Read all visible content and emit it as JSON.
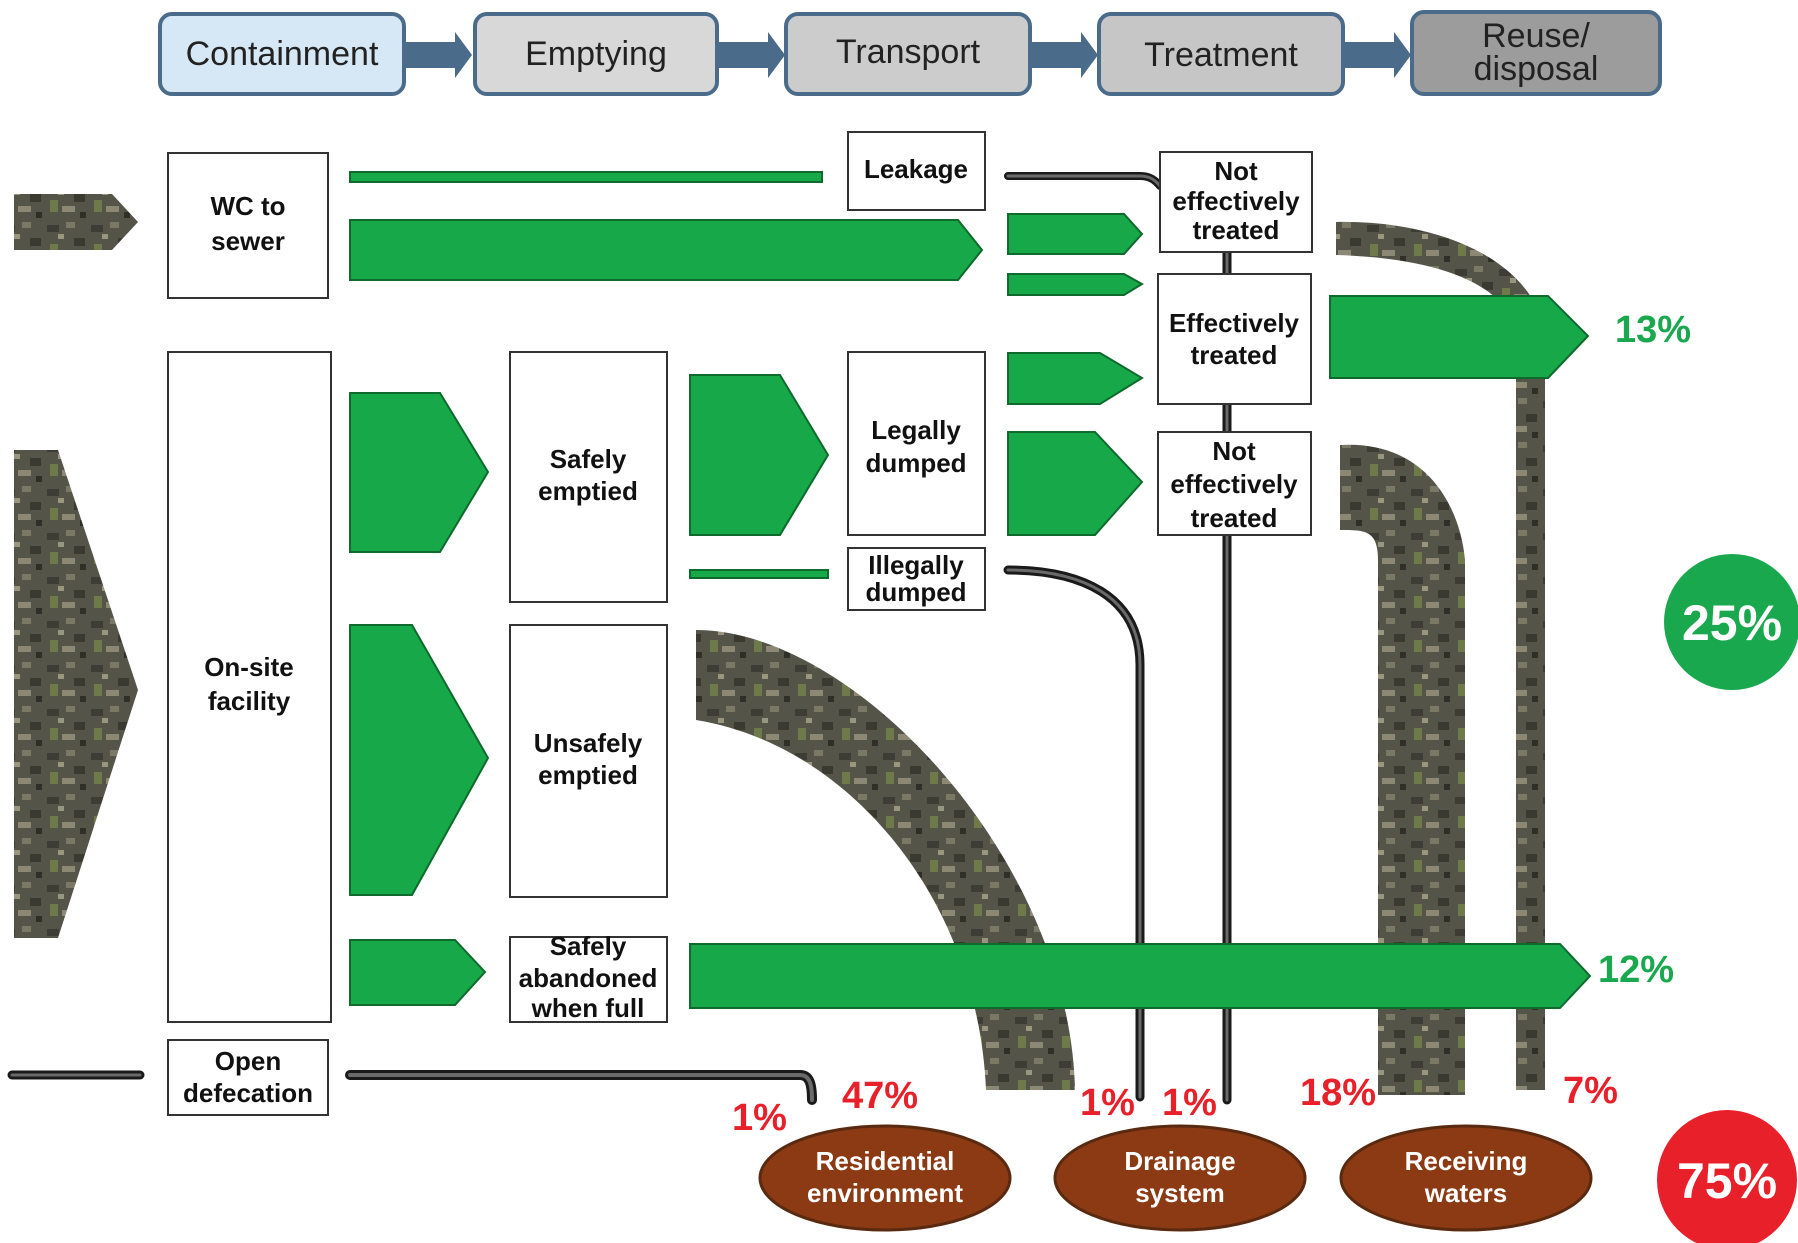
{
  "stages": [
    "Containment",
    "Emptying",
    "Transport",
    "Treatment",
    "Reuse/ disposal"
  ],
  "boxes": {
    "wc_to_sewer": [
      "WC to",
      "sewer"
    ],
    "onsite_facility": [
      "On-site",
      "facility"
    ],
    "open_defecation": [
      "Open",
      "defecation"
    ],
    "safely_emptied": [
      "Safely",
      "emptied"
    ],
    "unsafely_emptied": [
      "Unsafely",
      "emptied"
    ],
    "safely_abandoned": [
      "Safely",
      "abandoned",
      "when full"
    ],
    "leakage": [
      "Leakage"
    ],
    "legally_dumped": [
      "Legally",
      "dumped"
    ],
    "illegally_dumped": [
      "Illegally",
      "dumped"
    ],
    "not_effectively_treated_1": [
      "Not",
      "effectively",
      "treated"
    ],
    "effectively_treated": [
      "Effectively",
      "treated"
    ],
    "not_effectively_treated_2": [
      "Not",
      "effectively",
      "treated"
    ]
  },
  "destinations": {
    "residential": [
      "Residential",
      "environment"
    ],
    "drainage": [
      "Drainage",
      "system"
    ],
    "receiving": [
      "Receiving",
      "waters"
    ]
  },
  "percentages": {
    "safe_reuse": "13%",
    "safely_abandoned": "12%",
    "open_defecation": "1%",
    "residential": "47%",
    "drainage_a": "1%",
    "drainage_b": "1%",
    "receiving_a": "18%",
    "receiving_b": "7%",
    "safe_total": "25%",
    "unsafe_total": "75%"
  },
  "colors": {
    "safe_flow": "#17a84a",
    "unsafe_flow": "#545449",
    "safe_pct": "#1aa84e",
    "unsafe_pct": "#e8202a",
    "destination": "#8b3a14",
    "stage_first": "#d6e8f5",
    "stage_rest": "#cfcfcf",
    "stage_border": "#4a6b8a"
  }
}
